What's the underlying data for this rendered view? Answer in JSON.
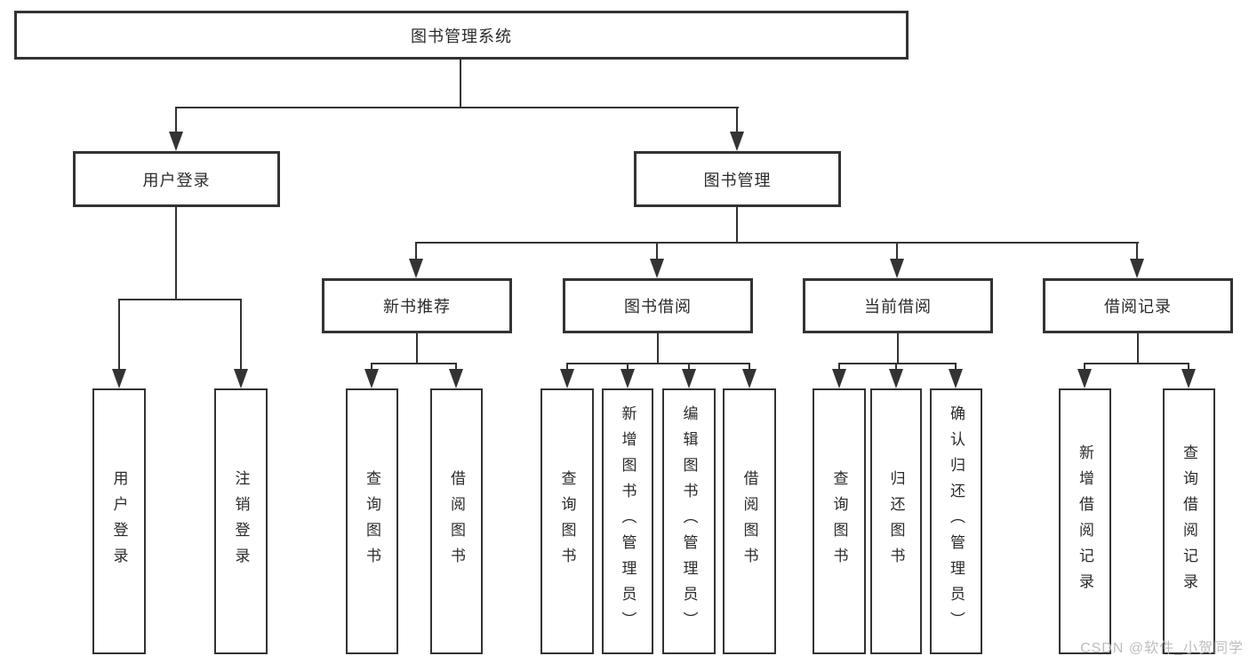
{
  "diagram": {
    "root": {
      "label": "图书管理系统"
    },
    "level2": {
      "user_login": {
        "label": "用户登录"
      },
      "book_mgmt": {
        "label": "图书管理"
      }
    },
    "level3": {
      "new_books": {
        "label": "新书推荐"
      },
      "book_borrow": {
        "label": "图书借阅"
      },
      "current_borrow": {
        "label": "当前借阅"
      },
      "borrow_records": {
        "label": "借阅记录"
      }
    },
    "leaves": {
      "user_login": [
        "用户登录",
        "注销登录"
      ],
      "new_books": [
        "查询图书",
        "借阅图书"
      ],
      "book_borrow": [
        "查询图书",
        "新增图书（管理员）",
        "编辑图书（管理员）",
        "借阅图书"
      ],
      "current_borrow": [
        "查询图书",
        "归还图书",
        "确认归还（管理员）"
      ],
      "borrow_records": [
        "新增借阅记录",
        "查询借阅记录"
      ]
    },
    "colors": {
      "line": "#333333",
      "text": "#2b2b2b",
      "background": "#ffffff",
      "watermark": "#bdbdbd"
    },
    "watermark": "CSDN @软件_小贺同学"
  }
}
